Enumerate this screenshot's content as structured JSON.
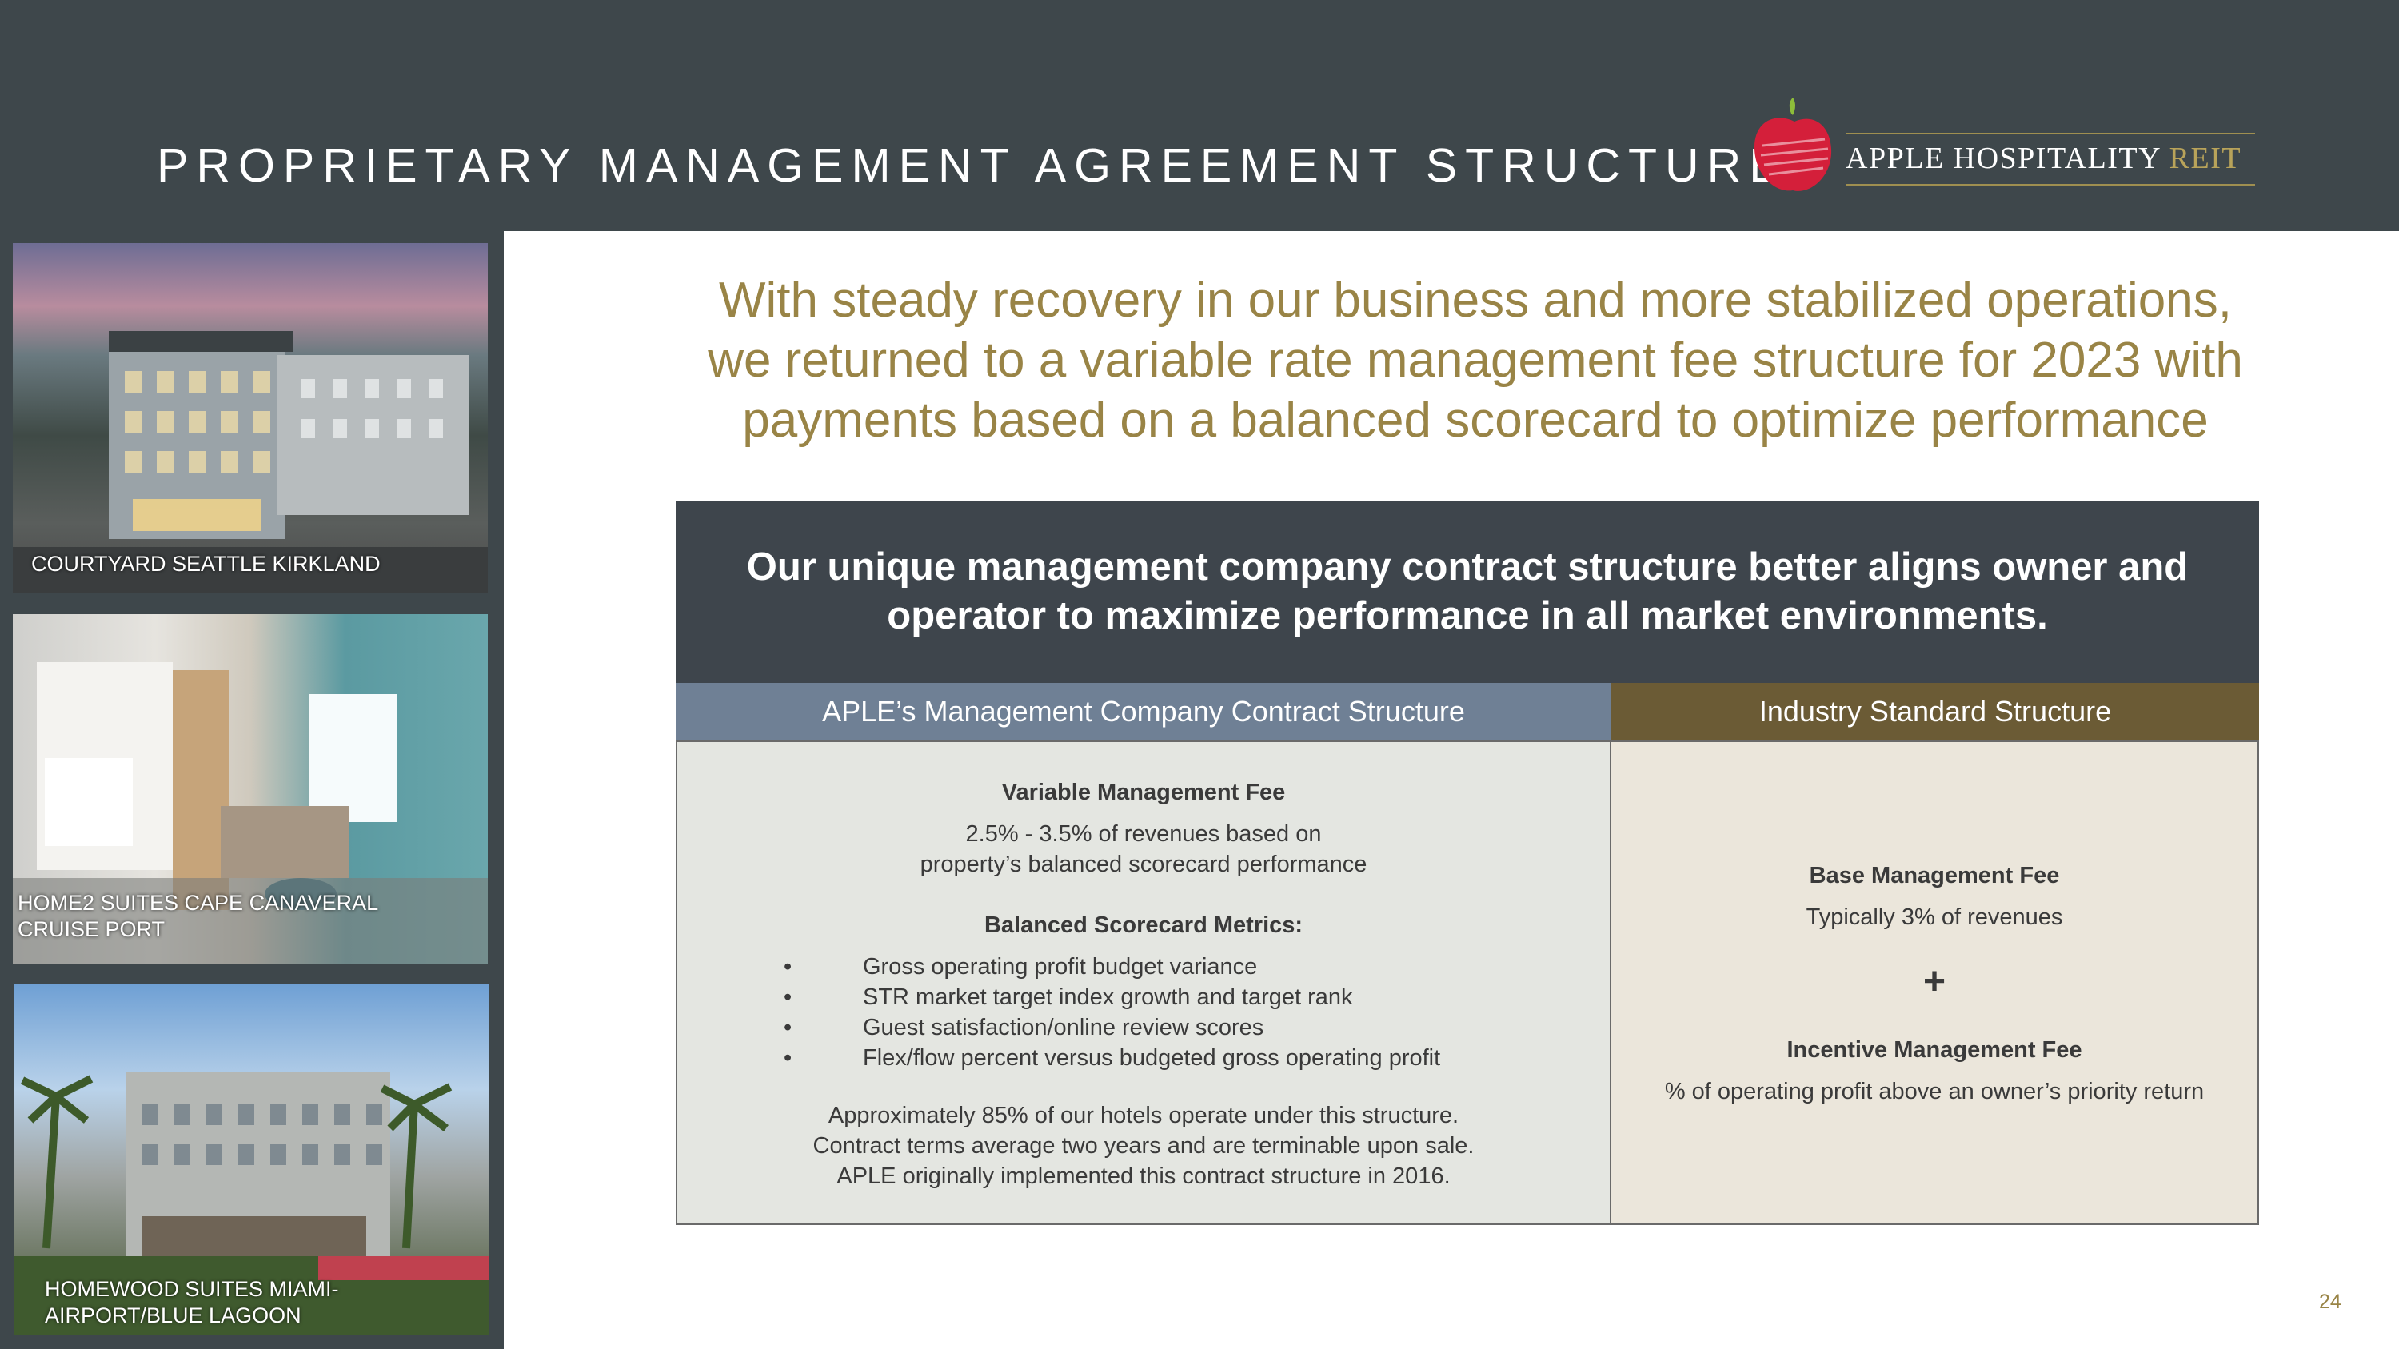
{
  "header": {
    "title": "PROPRIETARY MANAGEMENT AGREEMENT STRUCTURE",
    "logo_name": "APPLE HOSPITALITY",
    "logo_suffix": "REIT"
  },
  "sidebar": {
    "photos": [
      {
        "caption": "COURTYARD SEATTLE KIRKLAND"
      },
      {
        "caption_line1": "HOME2 SUITES CAPE CANAVERAL",
        "caption_line2": "CRUISE PORT"
      },
      {
        "caption_line1": "HOMEWOOD SUITES MIAMI-",
        "caption_line2": "AIRPORT/BLUE LAGOON"
      }
    ]
  },
  "main": {
    "headline_line1": "With steady recovery in our business and more stabilized operations,",
    "headline_line2": "we returned to a variable rate management fee structure for 2023 with",
    "headline_line3": "payments based on a balanced scorecard to optimize performance",
    "banner_line1": "Our unique management company contract structure better aligns owner and",
    "banner_line2": "operator to maximize performance in all market environments.",
    "left_column": {
      "heading": "APLE’s Management Company Contract Structure",
      "fee_title": "Variable Management Fee",
      "fee_desc_line1": "2.5% - 3.5% of revenues based on",
      "fee_desc_line2": "property’s balanced scorecard performance",
      "metrics_title": "Balanced Scorecard Metrics:",
      "bullet_char": "•",
      "metrics": [
        "Gross operating profit budget variance",
        "STR market target index growth and target rank",
        "Guest satisfaction/online review scores",
        "Flex/flow percent versus budgeted gross operating profit"
      ],
      "footer_line1": "Approximately 85% of our hotels operate under this structure.",
      "footer_line2": "Contract terms average two years and are terminable upon sale.",
      "footer_line3": "APLE originally implemented this contract structure in 2016."
    },
    "right_column": {
      "heading": "Industry Standard Structure",
      "base_title": "Base Management Fee",
      "base_desc": "Typically 3% of revenues",
      "plus": "+",
      "incentive_title": "Incentive Management Fee",
      "incentive_desc": "% of operating profit above an owner’s priority return"
    }
  },
  "page_number": "24",
  "colors": {
    "header_bg": "#3e474b",
    "gold": "#998446",
    "banner_bg": "#3e454c",
    "left_head_bg": "#6f8095",
    "right_head_bg": "#6b5b35"
  }
}
